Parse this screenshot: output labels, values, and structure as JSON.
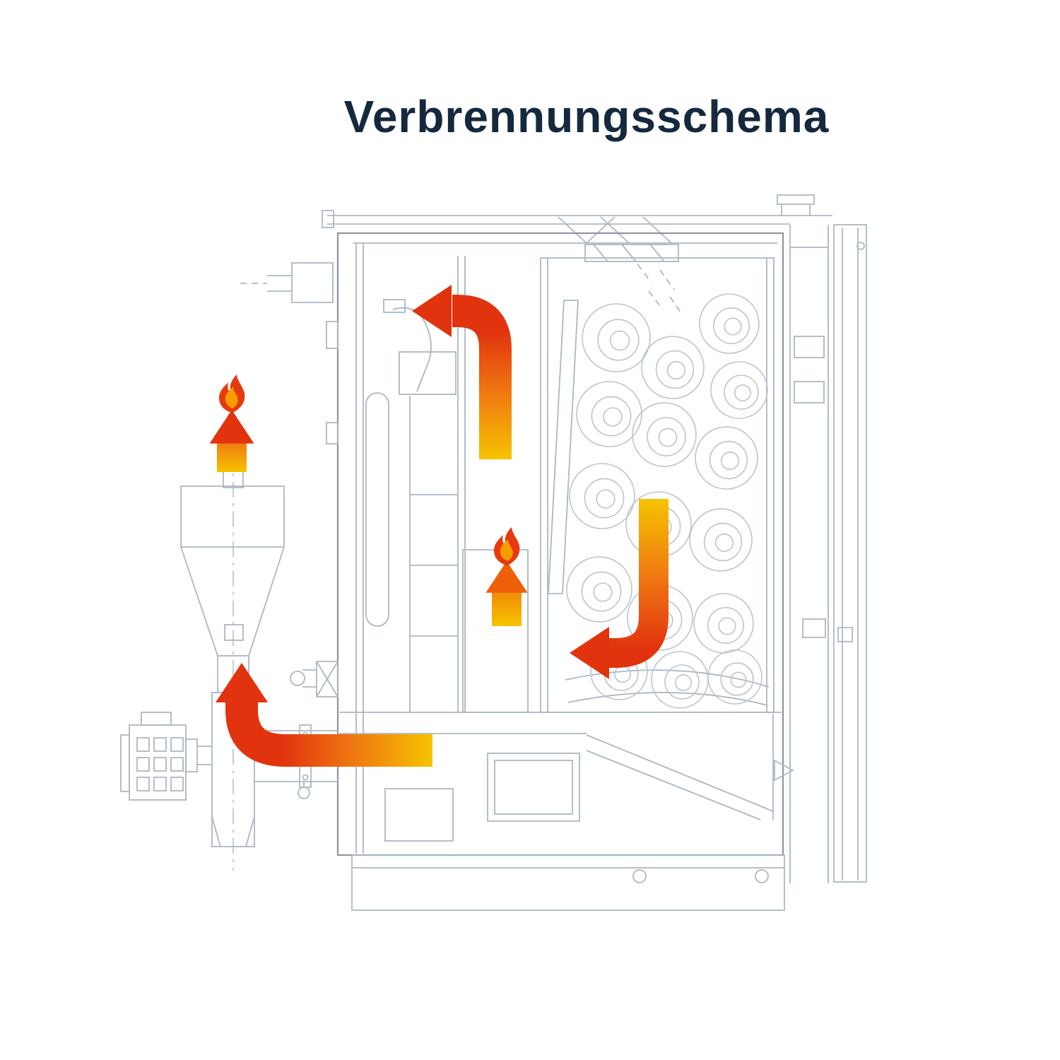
{
  "title": "Verbrennungsschema",
  "colors": {
    "background": "#ffffff",
    "title_text": "#15293e",
    "line": "#adb7c2",
    "line_dark": "#8b97a4",
    "line_light": "#bcc4cd",
    "arrow_yellow": "#f6c300",
    "arrow_orange": "#f07c12",
    "arrow_red": "#e1340e",
    "flame_outer": "#e8390e",
    "flame_inner": "#f79d00"
  },
  "diagram": {
    "type": "boiler-combustion-schematic",
    "arrows": [
      {
        "name": "flue-riser-arrow-icon",
        "direction": "up-then-left",
        "flame": false
      },
      {
        "name": "secondary-burn-arrow-icon",
        "direction": "up",
        "flame": true
      },
      {
        "name": "log-chamber-downdraft-arrow-icon",
        "direction": "down-then-left",
        "flame": false
      },
      {
        "name": "burner-feed-arrow-icon",
        "direction": "left-then-up",
        "flame": false
      },
      {
        "name": "chimney-exhaust-arrow-icon",
        "direction": "up",
        "flame": true
      }
    ]
  }
}
